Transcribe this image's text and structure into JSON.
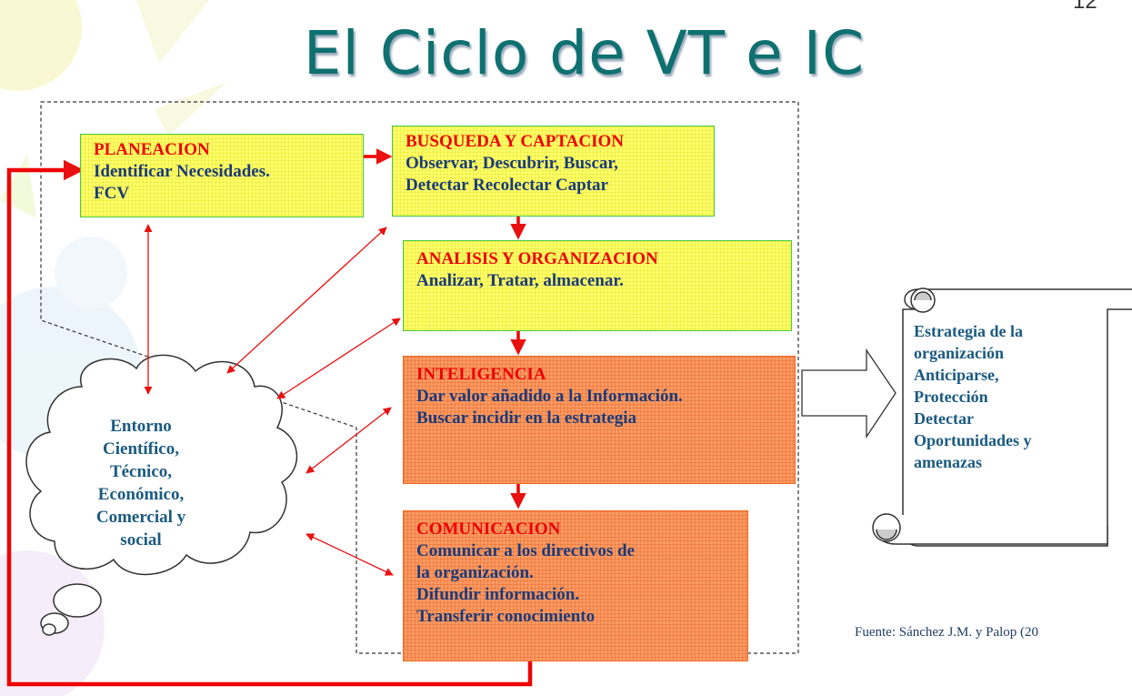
{
  "slide": {
    "page_number": "12",
    "title": "El Ciclo de VT e IC"
  },
  "boxes": {
    "planeacion": {
      "title": "PLANEACION",
      "lines": [
        "Identificar Necesidades.",
        "FCV"
      ]
    },
    "busqueda": {
      "title": "BUSQUEDA Y CAPTACION",
      "lines": [
        "Observar, Descubrir, Buscar,",
        "Detectar Recolectar Captar"
      ]
    },
    "analisis": {
      "title": "ANALISIS Y ORGANIZACION",
      "lines": [
        "Analizar, Tratar, almacenar."
      ]
    },
    "inteligencia": {
      "title": "INTELIGENCIA",
      "lines": [
        "Dar valor añadido a la Información.",
        "Buscar incidir en la estrategia"
      ]
    },
    "comunicacion": {
      "title": "COMUNICACION",
      "lines": [
        "Comunicar a los directivos de",
        "la organización.",
        "Difundir información.",
        "Transferir conocimiento"
      ]
    }
  },
  "cloud": {
    "lines": [
      "Entorno",
      "Científico,",
      "Técnico,",
      "Económico,",
      "Comercial y",
      "social"
    ]
  },
  "scroll": {
    "lines": [
      "Estrategia de la",
      "organización",
      "Anticiparse,",
      "Protección",
      "Detectar",
      "Oportunidades y",
      "amenazas"
    ]
  },
  "source": "Fuente: Sánchez J.M. y Palop (20",
  "colors": {
    "title": "#0f7070",
    "arrow_red": "#ee0000",
    "yellow_box": "#ffff6a",
    "orange_box": "#fb9a62",
    "heading_red": "#ee0000",
    "body_blue": "#1a3a7a"
  }
}
